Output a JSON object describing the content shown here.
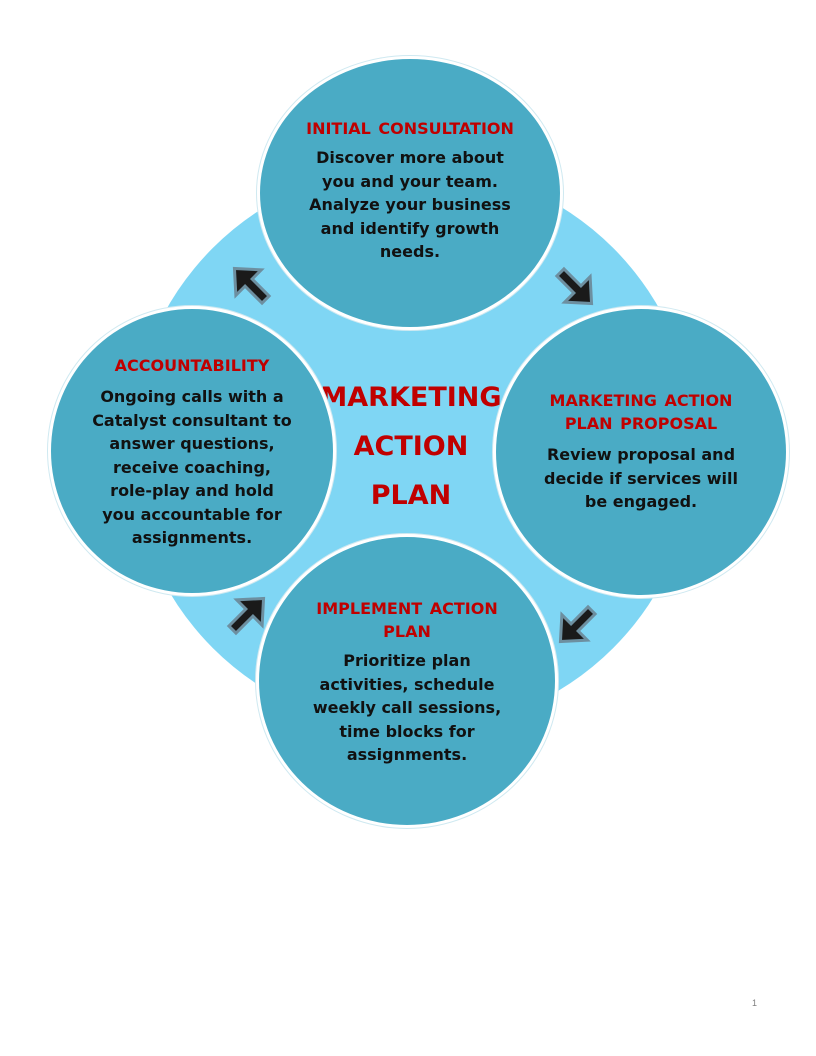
{
  "center": {
    "lines": [
      "MARKETING",
      "ACTION",
      "PLAN"
    ]
  },
  "stages": {
    "top": {
      "title": "INITIAL CONSULTATION",
      "body": [
        "Discover more about",
        "you and your team.",
        "Analyze your business",
        "and identify growth",
        "needs."
      ]
    },
    "right": {
      "title": [
        "MARKETING ACTION",
        "PLAN PROPOSAL"
      ],
      "body": [
        "Review proposal and",
        "decide if services will",
        "be engaged."
      ]
    },
    "bottom": {
      "title": [
        "IMPLEMENT ACTION",
        "PLAN"
      ],
      "body": [
        "Prioritize plan",
        "activities, schedule",
        "weekly call sessions,",
        "time blocks for",
        "assignments."
      ]
    },
    "left": {
      "title": "ACCOUNTABILITY",
      "body": [
        "Ongoing calls with a",
        "Catalyst consultant to",
        "answer questions,",
        "receive coaching,",
        "role-play and hold",
        "you accountable for",
        "assignments."
      ]
    }
  },
  "footer": {
    "page_number": "1"
  },
  "colors": {
    "ring": "#7fd6f4",
    "circle": "#4aabc5",
    "title_red": "#c00000",
    "arrow_fill": "#1a1a1a",
    "arrow_outline": "#6d8fa0"
  }
}
